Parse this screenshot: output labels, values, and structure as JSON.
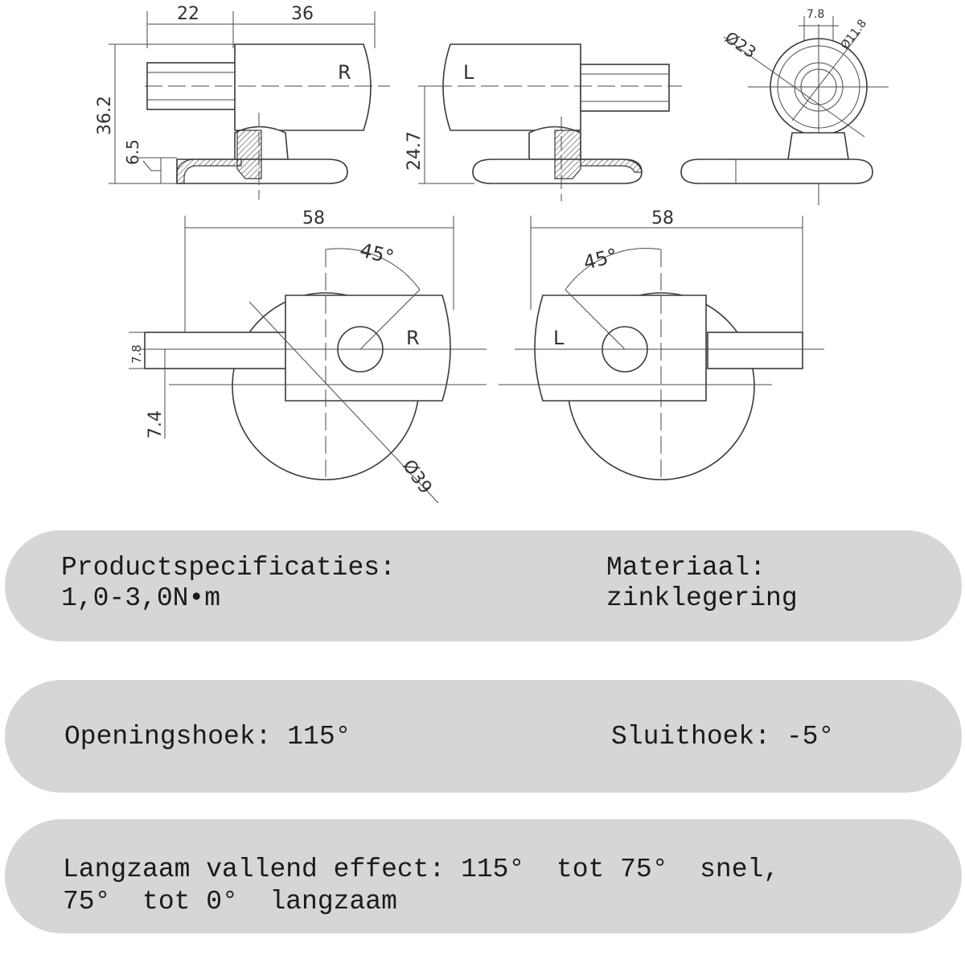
{
  "drawing": {
    "dims": {
      "top_w1": "22",
      "top_w2": "36",
      "top_h1": "36.2",
      "top_h2": "6.5",
      "mid_h": "24.7",
      "side_d1": "7.8",
      "side_d2": "Ø23",
      "side_d3": "Ø11.8",
      "bot_w_left": "58",
      "bot_w_right": "58",
      "angle_left": "45°",
      "angle_right": "45°",
      "bot_h1": "7.8",
      "bot_h2": "7.4",
      "bot_d": "Ø39"
    },
    "labels": {
      "r_top": "R",
      "l_top": "L",
      "r_bot": "R",
      "l_bot": "L"
    }
  },
  "specs": {
    "spec_label": "Productspecificaties:",
    "spec_value": "1,0-3,0N•m",
    "material_label": "Materiaal:",
    "material_value": "zinklegering",
    "opening_angle": "Openingshoek: 115°",
    "closing_angle": "Sluithoek: -5°",
    "effect_line1": "Langzaam vallend effect: 115°  tot 75°  snel,",
    "effect_line2": "75°  tot 0°  langzaam"
  }
}
